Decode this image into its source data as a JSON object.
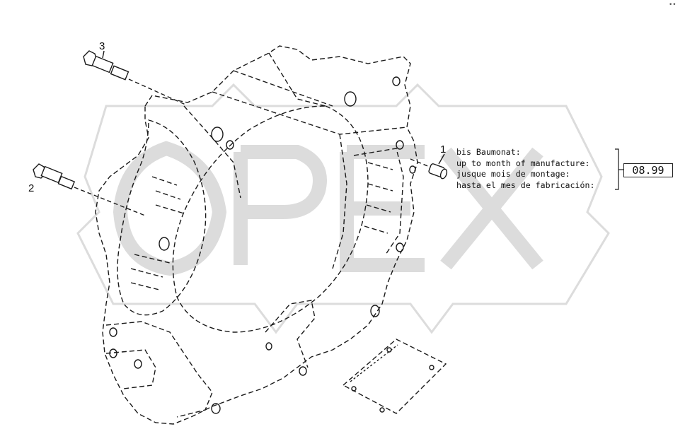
{
  "callouts": {
    "part_1": "1",
    "part_2": "2",
    "part_3": "3"
  },
  "note": {
    "lines": [
      "bis Baumonat:",
      "up to month of manufacture:",
      "jusque mois de montage:",
      "hasta el mes de fabricación:"
    ]
  },
  "date_box": "08.99",
  "corner_mark": "••",
  "watermark": {
    "text": "OPEX",
    "color": "#e6e6e6"
  },
  "colors": {
    "line": "#1a1a1a",
    "background": "#ffffff"
  }
}
